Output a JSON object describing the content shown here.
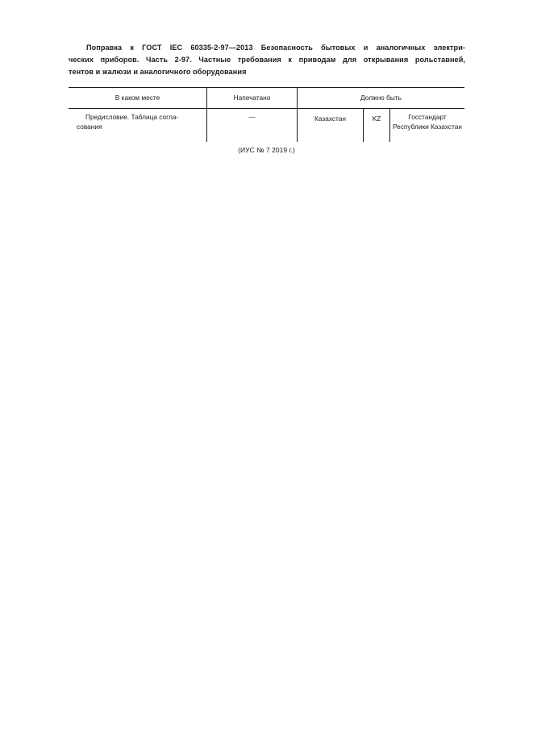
{
  "document": {
    "heading": {
      "line1": "Поправка к ГОСТ IEC 60335-2-97—2013 Безопасность бытовых и аналогичных электри-",
      "line2": "ческих приборов. Часть 2-97. Частные требования к приводам для открывания рольставней,",
      "line3": "тентов и жалюзи и аналогичного оборудования"
    },
    "table": {
      "headers": {
        "where": "В каком месте",
        "printed": "Напечатано",
        "should_be": "Должно быть"
      },
      "rows": [
        {
          "where": "Предисловие. Таблица согла-сования",
          "printed": "—",
          "should_be_country": "Казахстан",
          "should_be_code": "KZ",
          "should_be_org": "Госстандарт Республики Казахстан"
        }
      ]
    },
    "footer": {
      "note": "(ИУС № 7  2019 г.)"
    }
  }
}
